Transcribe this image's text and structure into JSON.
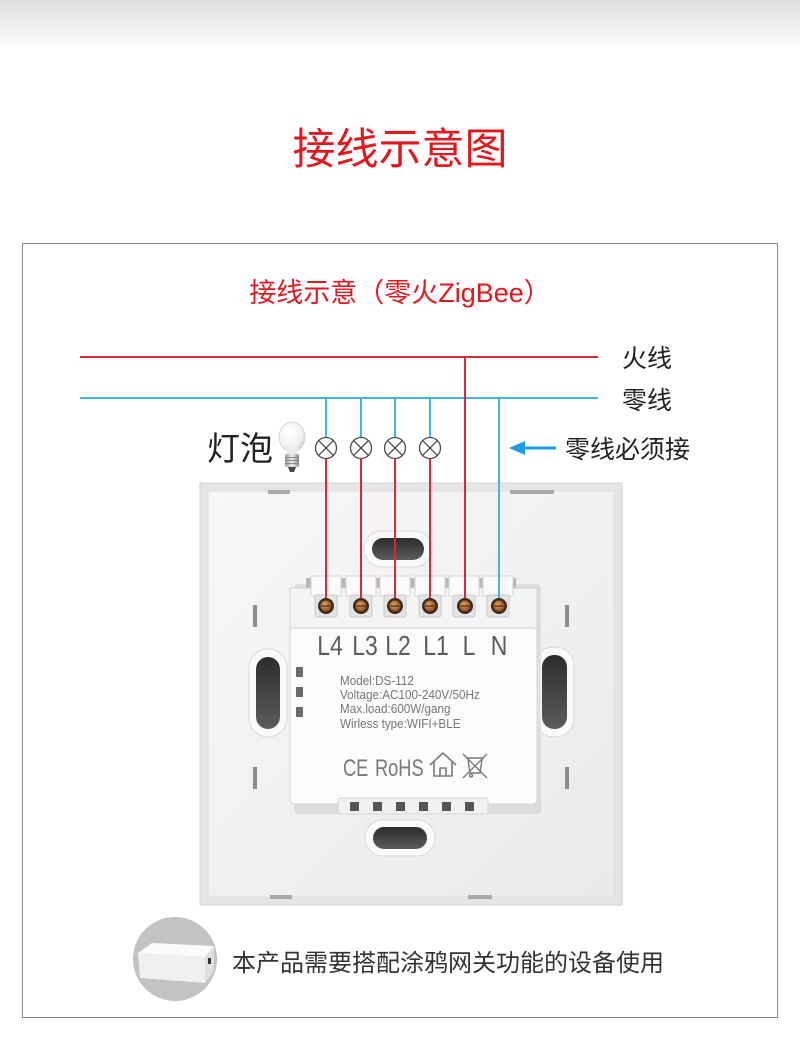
{
  "title": "接线示意图",
  "diagram": {
    "subtitle": "接线示意（零火ZigBee）",
    "live_wire_label": "火线",
    "neutral_wire_label": "零线",
    "bulb_label": "灯泡",
    "neutral_note": "零线必须接"
  },
  "module": {
    "terminals": [
      "L4",
      "L3",
      "L2",
      "L1",
      "L",
      "N"
    ],
    "specs": [
      "Model:DS-112",
      "Voltage:AC100-240V/50Hz",
      "Max.load:600W/gang",
      "Wirless type:WIFI+BLE"
    ],
    "certifications": [
      "CE",
      "RoHS"
    ]
  },
  "footer": {
    "note": "本产品需要搭配涂鸦网关功能的设备使用"
  },
  "icons": {
    "bulb": "lightbulb-icon",
    "lamp": "lamp-symbol-icon",
    "arrow": "arrow-left-icon",
    "house": "house-icon",
    "weee": "crossed-bin-icon",
    "gateway": "gateway-device-icon"
  },
  "colors": {
    "title": "#e3171e",
    "live_wire": "#d22c35",
    "neutral_wire": "#45b3e6",
    "arrow": "#1b9fe2",
    "label_text": "#222222",
    "module_text": "#777777"
  }
}
